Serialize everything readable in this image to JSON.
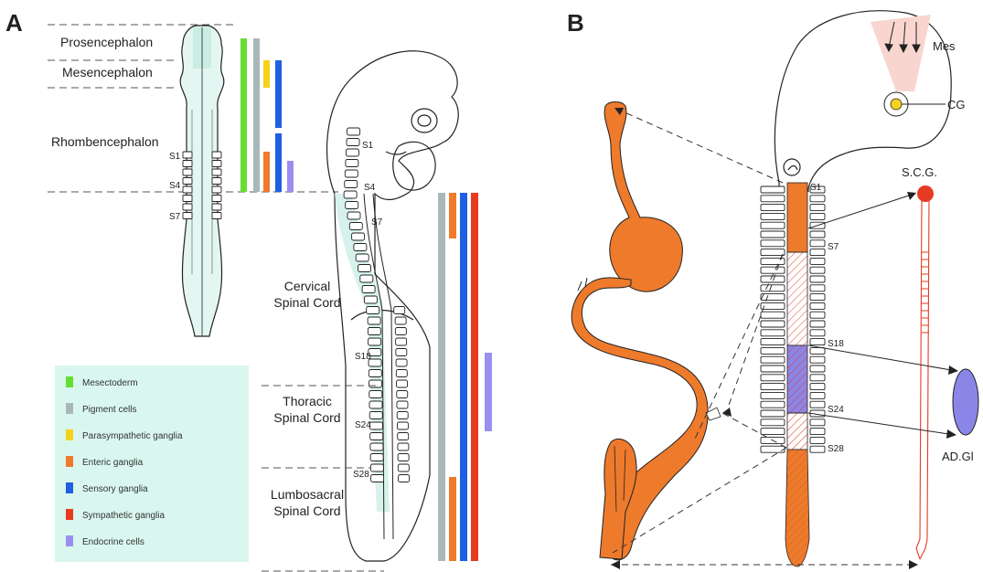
{
  "panels": {
    "a": "A",
    "b": "B"
  },
  "panel_a": {
    "brain_regions": [
      "Prosencephalon",
      "Mesencephalon",
      "Rhombencephalon"
    ],
    "spinal_regions": [
      [
        "Cervical",
        "Spinal Cord"
      ],
      [
        "Thoracic",
        "Spinal Cord"
      ],
      [
        "Lumbosacral",
        "Spinal Cord"
      ]
    ],
    "somites_flat": [
      "S1",
      "S4",
      "S7"
    ],
    "somites_embryo": [
      "S1",
      "S4",
      "S7",
      "S18",
      "S24",
      "S28"
    ],
    "legend": [
      {
        "label": "Mesectoderm",
        "color": "#66dd33"
      },
      {
        "label": "Pigment cells",
        "color": "#aab7b8"
      },
      {
        "label": "Parasympathetic ganglia",
        "color": "#f5d21c"
      },
      {
        "label": "Enteric ganglia",
        "color": "#f07a2a"
      },
      {
        "label": "Sensory ganglia",
        "color": "#1f5fe0"
      },
      {
        "label": "Sympathetic ganglia",
        "color": "#e83a1e"
      },
      {
        "label": "Endocrine cells",
        "color": "#9a8ff0"
      }
    ],
    "legend_bg": "#d9f7ef"
  },
  "panel_b": {
    "labels": {
      "mes": "Mes",
      "cg": "CG",
      "scg": "S.C.G.",
      "adgl": "AD.Gl"
    },
    "somites": [
      "S1",
      "S7",
      "S18",
      "S24",
      "S28"
    ],
    "colors": {
      "neural_crest": "#ee7a2c",
      "sympathetic": "#e63a22",
      "adrenal": "#8a86e8",
      "mes_fan": "#f8d6cf",
      "ciliary": "#f7d21c"
    }
  }
}
